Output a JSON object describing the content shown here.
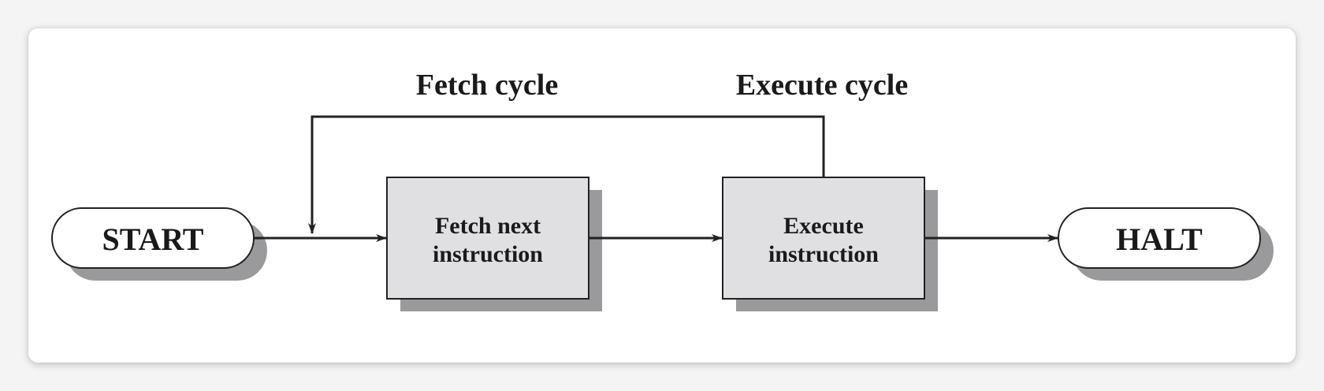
{
  "diagram": {
    "fetch_cycle_label": "Fetch cycle",
    "execute_cycle_label": "Execute cycle",
    "start_label": "START",
    "halt_label": "HALT",
    "fetch_box": {
      "line1": "Fetch next",
      "line2": "instruction"
    },
    "execute_box": {
      "line1": "Execute",
      "line2": "instruction"
    }
  },
  "colors": {
    "box_fill": "#e0e0e2",
    "shadow": "#9a9a9c",
    "stroke": "#222222",
    "terminal_fill": "#ffffff"
  }
}
